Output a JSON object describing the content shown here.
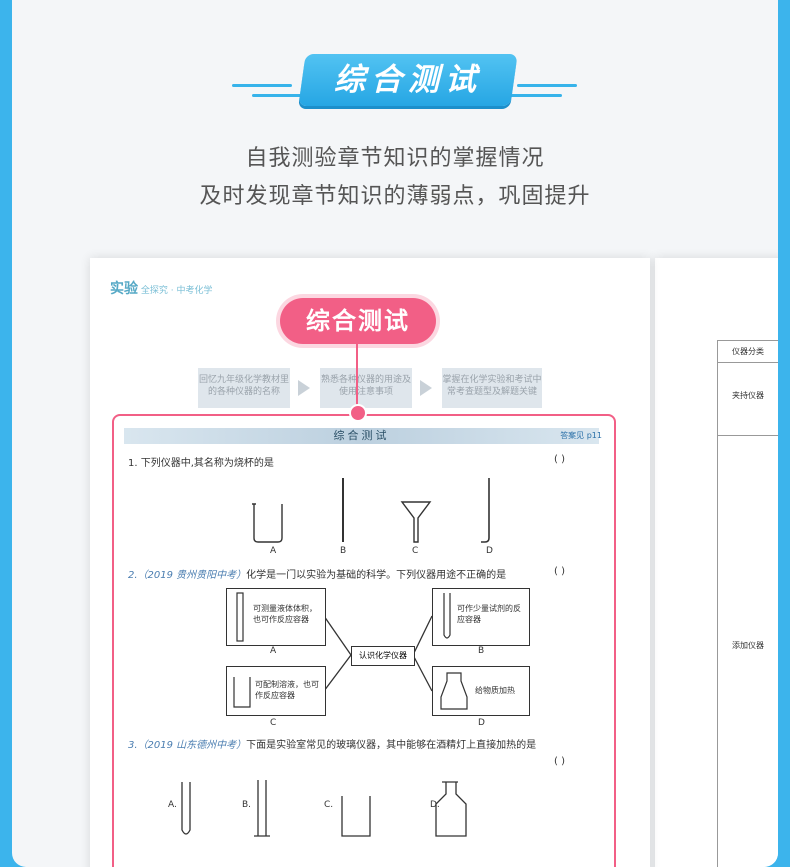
{
  "header": {
    "title": "综合测试",
    "subtitle_line1": "自我测验章节知识的掌握情况",
    "subtitle_line2": "及时发现章节知识的薄弱点，巩固提升"
  },
  "book": {
    "brand_logo": "实验",
    "brand_text": "全探究 · 中考化学",
    "section_pill": "综合测试",
    "flow_steps": [
      "回忆九年级化学教材里的各种仪器的名称",
      "熟悉各种仪器的用途及使用注意事项",
      "掌握在化学实验和考试中常考查题型及解题关键"
    ],
    "bar_title": "综合测试",
    "answer_ref": "答案见 p11",
    "q1": {
      "text": "1. 下列仪器中,其名称为烧杯的是",
      "paren": "(      )",
      "options": [
        "A",
        "B",
        "C",
        "D"
      ]
    },
    "q2": {
      "source": "2.（2019 贵州贵阳中考）",
      "text": "化学是一门以实验为基础的科学。下列仪器用途不正确的是",
      "paren": "(      )",
      "center": "认识化学仪器",
      "box_a": "可测量液体体积，也可作反应容器",
      "box_b": "可作少量试剂的反应容器",
      "box_c": "可配制溶液，也可作反应容器",
      "box_d": "给物质加热",
      "labels": [
        "A",
        "B",
        "C",
        "D"
      ]
    },
    "q3": {
      "source": "3.（2019 山东德州中考）",
      "text": "下面是实验室常见的玻璃仪器，其中能够在酒精灯上直接加热的是",
      "paren": "(      )",
      "options": [
        "A.",
        "B.",
        "C.",
        "D."
      ]
    }
  },
  "right_page": {
    "col_header": "仪器分类",
    "row1": "夹持仪器",
    "row2": "添加仪器"
  }
}
